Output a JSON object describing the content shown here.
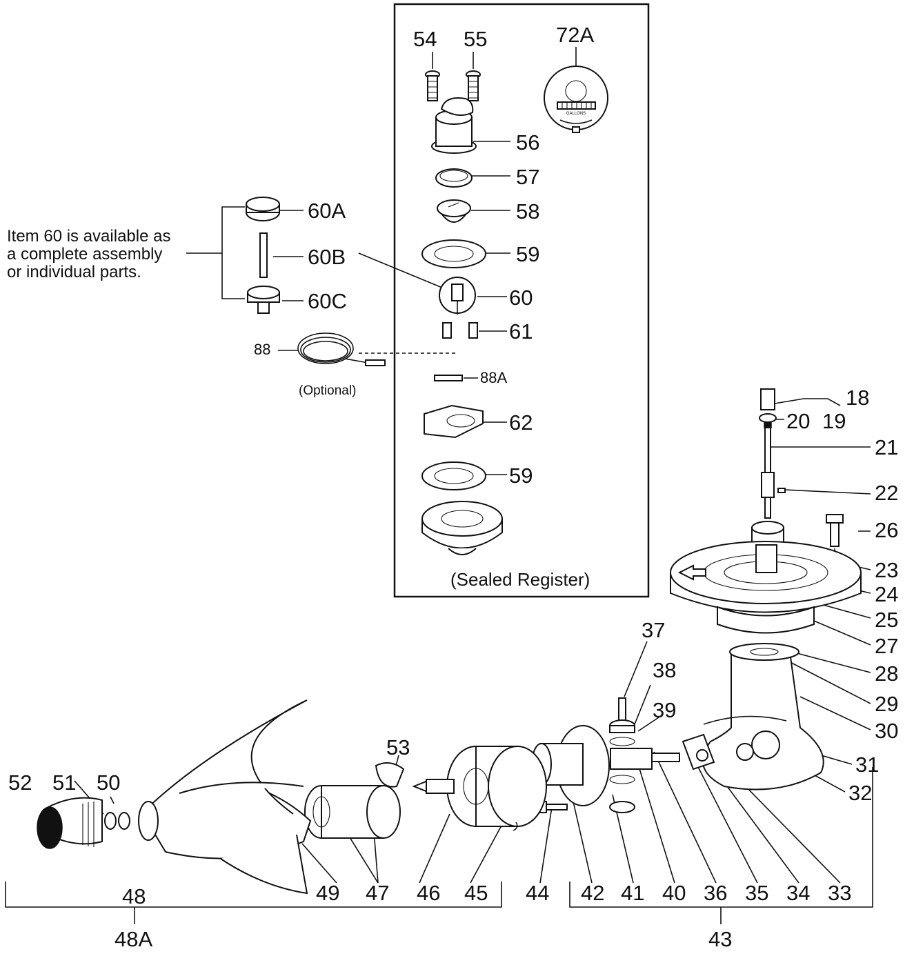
{
  "note": {
    "lines": [
      "Item 60 is available as",
      "a complete assembly",
      "or individual parts."
    ]
  },
  "captions": {
    "optional": "(Optional)",
    "sealed_register": "(Sealed Register)"
  },
  "labels": {
    "p54": "54",
    "p55": "55",
    "p72a": "72A",
    "p56": "56",
    "p57": "57",
    "p58": "58",
    "p59a": "59",
    "p60": "60",
    "p61": "61",
    "p88a": "88A",
    "p62": "62",
    "p59b": "59",
    "p60a": "60A",
    "p60b": "60B",
    "p60c": "60C",
    "p88": "88",
    "p18": "18",
    "p19": "19",
    "p20": "20",
    "p21": "21",
    "p22": "22",
    "p26": "26",
    "p23": "23",
    "p24": "24",
    "p25": "25",
    "p27": "27",
    "p28": "28",
    "p29": "29",
    "p30": "30",
    "p31": "31",
    "p32": "32",
    "p37": "37",
    "p38": "38",
    "p39": "39",
    "p53": "53",
    "p52": "52",
    "p51": "51",
    "p50": "50",
    "p49": "49",
    "p47": "47",
    "p46": "46",
    "p45": "45",
    "p44": "44",
    "p42": "42",
    "p41": "41",
    "p40": "40",
    "p36": "36",
    "p35": "35",
    "p34": "34",
    "p33": "33",
    "p48": "48",
    "p48a": "48A",
    "p43": "43"
  },
  "register_face_text": "GALLONS"
}
